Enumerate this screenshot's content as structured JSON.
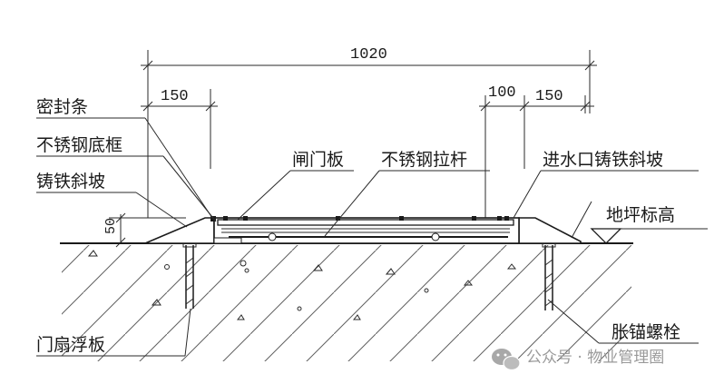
{
  "dimensions": {
    "overall": "1020",
    "left_inner": "150",
    "right_mid": "100",
    "right_inner": "150",
    "height": "50"
  },
  "labels": {
    "sealing_strip": "密封条",
    "ss_base_frame": "不锈钢底框",
    "cast_iron_slope": "铸铁斜坡",
    "gate_panel": "闸门板",
    "ss_tie_rod": "不锈钢拉杆",
    "inlet_cast_iron_slope": "进水口铸铁斜坡",
    "floor_elevation": "地坪标高",
    "door_leaf_float_plate": "门扇浮板",
    "expansion_anchor_bolt": "胀锚螺栓"
  },
  "watermark": {
    "icon": "wechat-icon",
    "text": "公众号 · 物业管理圈"
  }
}
